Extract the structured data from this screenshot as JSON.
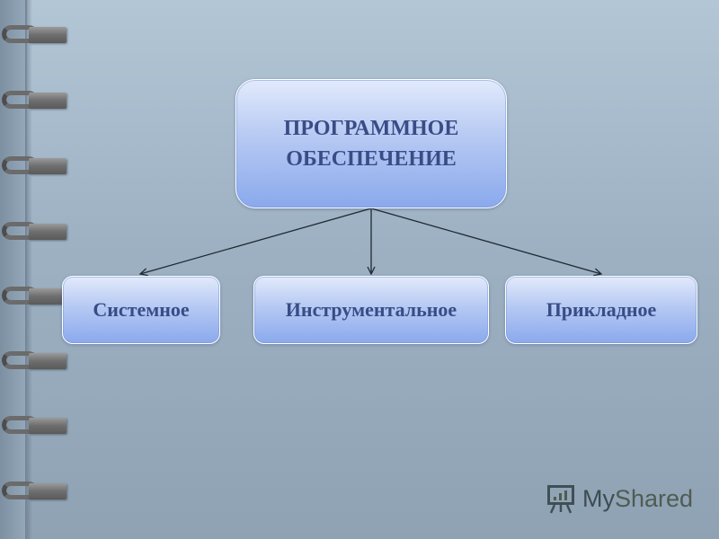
{
  "diagram": {
    "root": {
      "line1": "ПРОГРАММНОЕ",
      "line2": "ОБЕСПЕЧЕНИЕ"
    },
    "children": [
      {
        "label": "Системное"
      },
      {
        "label": "Инструментальное"
      },
      {
        "label": "Прикладное"
      }
    ]
  },
  "watermark": {
    "part1": "My",
    "part2": "Shared",
    "icon": "presentation-board-icon"
  },
  "colors": {
    "node_text": "#3a4c86",
    "arrow": "#1f2a33"
  }
}
